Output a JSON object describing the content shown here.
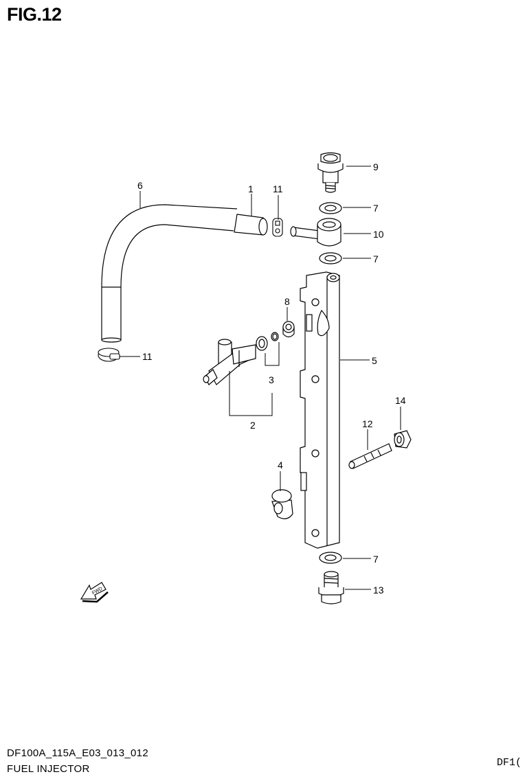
{
  "figure": {
    "title": "FIG.12"
  },
  "callouts": {
    "c1": "1",
    "c2": "2",
    "c3": "3",
    "c4": "4",
    "c5": "5",
    "c6": "6",
    "c7a": "7",
    "c7b": "7",
    "c7c": "7",
    "c8": "8",
    "c9": "9",
    "c10": "10",
    "c11a": "11",
    "c11b": "11",
    "c12": "12",
    "c13": "13",
    "c14": "14"
  },
  "fwd_label": "FWD",
  "footer": {
    "code": "DF100A_115A_E03_013_012",
    "name": "FUEL INJECTOR",
    "right_code": "DF1("
  }
}
